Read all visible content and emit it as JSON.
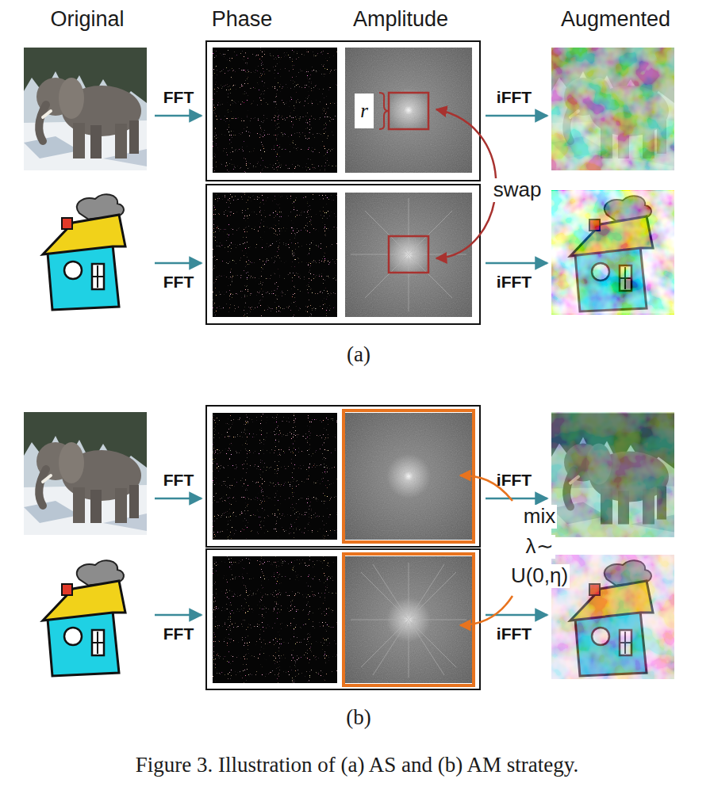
{
  "diagram": {
    "caption": "Figure 3. Illustration of (a) AS and (b) AM strategy.",
    "nodes": [
      {
        "text": [
          "r"
        ]
      }
    ],
    "labels": [
      "Original",
      "Phase",
      "Amplitude",
      "Augmented",
      "FFT",
      "iFFT",
      "swap",
      "FFT",
      "iFFT",
      "(a)",
      "FFT",
      "iFFT",
      "mix",
      "λ∼",
      "U(0,η)",
      "FFT",
      "iFFT",
      "(b)"
    ]
  }
}
